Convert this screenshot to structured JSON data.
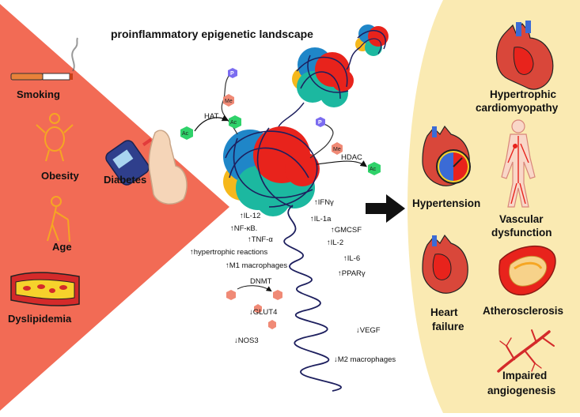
{
  "title": "proinflammatory epigenetic landscape",
  "risk_factors": {
    "smoking": "Smoking",
    "obesity": "Obesity",
    "age": "Age",
    "dyslipidemia": "Dyslipidemia",
    "diabetes": "Diabetes"
  },
  "enzymes": {
    "hat": "HAT",
    "hdac": "HDAC",
    "dnmt": "DNMT",
    "p": "P",
    "me": "Me",
    "ac": "Ac"
  },
  "up_markers": {
    "il12": "↑IL-12",
    "nfkb": "↑NF-κB.",
    "tnfa": "↑TNF-α",
    "hypertrophic": "↑hypertrophic reactions",
    "m1": "↑M1 macrophages",
    "ifng": "↑IFNγ",
    "il1a": "↑IL-1a",
    "gmcsf": "↑GMCSF",
    "il2": "↑IL-2",
    "il6": "↑IL-6",
    "ppar": "↑PPARγ"
  },
  "down_markers": {
    "glut4": "↓GLUT4",
    "nos3": "↓NOS3",
    "vegf": "↓VEGF",
    "m2": "↓M2 macrophages"
  },
  "outcomes": {
    "hcm_line1": "Hypertrophic",
    "hcm_line2": "cardiomyopathy",
    "hypertension": "Hypertension",
    "vasc_line1": "Vascular",
    "vasc_line2": "dysfunction",
    "hf_line1": "Heart",
    "hf_line2": "failure",
    "athero": "Atherosclerosis",
    "angio_line1": "Impaired",
    "angio_line2": "angiogenesis"
  },
  "colors": {
    "triangle": "#f26b55",
    "outcome_panel": "#faeab2",
    "dna": "#1d1f5e",
    "histone_red": "#e8231c",
    "histone_blue": "#1f86c8",
    "histone_teal": "#1cb8a0",
    "histone_yellow": "#f5b81c",
    "ac_green": "#2fd26a",
    "me_salmon": "#f08a76",
    "p_purple": "#7b6cf0"
  }
}
